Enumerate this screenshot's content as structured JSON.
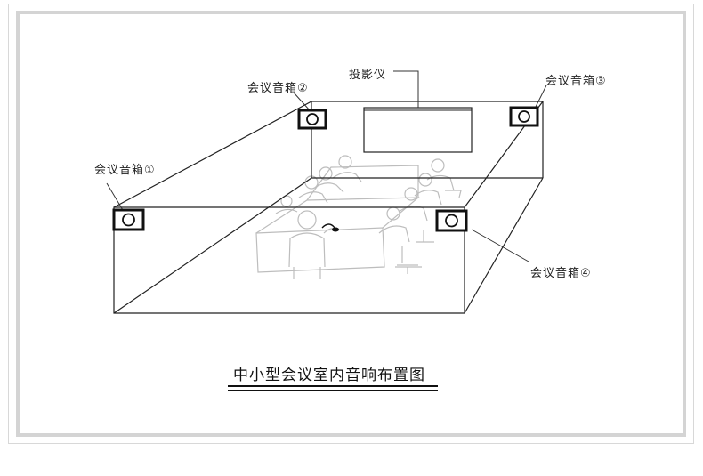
{
  "labels": {
    "speaker_1": "会议音箱①",
    "speaker_2": "会议音箱②",
    "speaker_3": "会议音箱③",
    "speaker_4": "会议音箱④",
    "projector": "投影仪"
  },
  "caption": "中小型会议室内音响布置图",
  "colors": {
    "line": "#222222",
    "frame": "#d4d4d4",
    "figures": "#b8b8b8"
  }
}
